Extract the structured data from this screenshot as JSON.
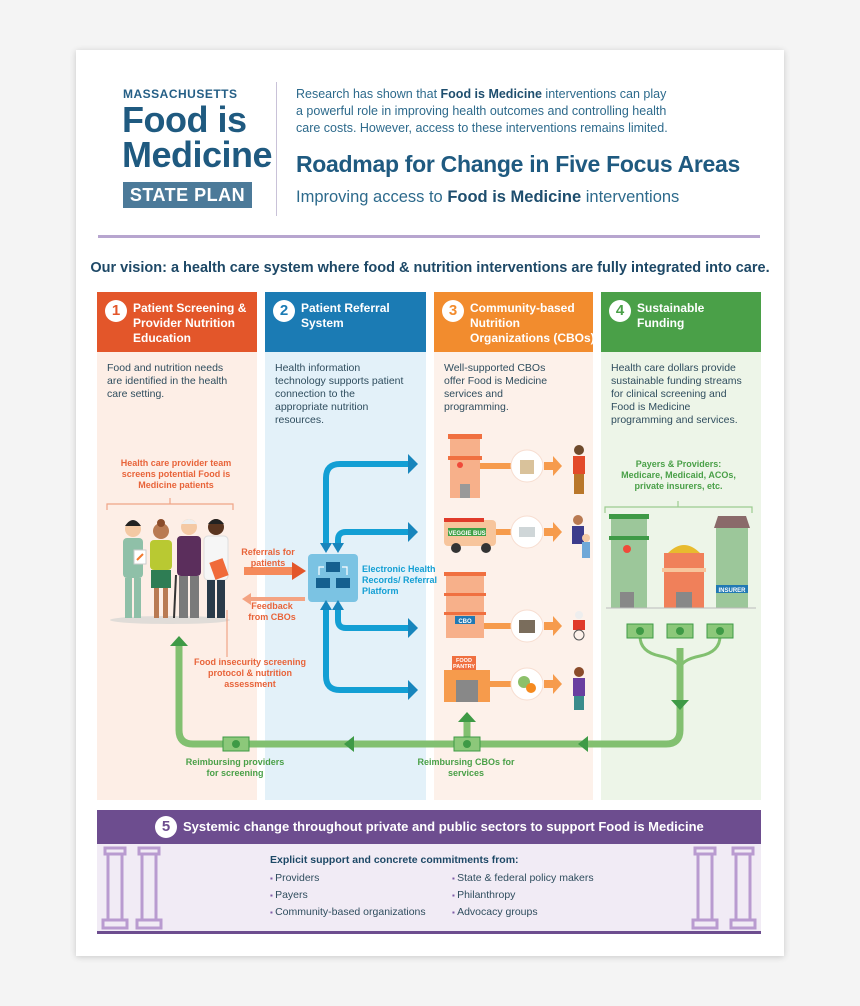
{
  "header": {
    "state": "MASSACHUSETTS",
    "title_line1": "Food is",
    "title_line2": "Medicine",
    "badge": "STATE PLAN",
    "intro_pre": "Research has shown that ",
    "intro_bold": "Food is Medicine",
    "intro_post1": " interventions can play",
    "intro_line2": "a powerful role in improving health outcomes and controlling health",
    "intro_line3": "care costs. However, access to these interventions remains limited.",
    "roadmap_title": "Roadmap for Change in Five Focus Areas",
    "sub_pre": "Improving access to ",
    "sub_bold": "Food is Medicine",
    "sub_post": " interventions"
  },
  "vision": "Our vision: a health care system where food & nutrition interventions are fully integrated into care.",
  "columns": [
    {
      "num": "1",
      "title": "Patient Screening & Provider Nutrition Education",
      "desc": "Food and nutrition needs are identified in the health care setting.",
      "color": "#e3562a",
      "bg": "#fdeee6"
    },
    {
      "num": "2",
      "title": "Patient Referral System",
      "desc": "Health information technology supports patient connection to the appropriate nutrition resources.",
      "color": "#1b7bb4",
      "bg": "#e3f1f9"
    },
    {
      "num": "3",
      "title": "Community-based Nutrition Organizations (CBOs)",
      "desc": "Well-supported CBOs offer Food is Medicine services and programming.",
      "color": "#f28c2e",
      "bg": "#fdf1ea"
    },
    {
      "num": "4",
      "title": "Sustainable Funding",
      "desc": "Health care dollars provide sustainable funding streams for clinical screening and Food is Medicine programming and services.",
      "color": "#4aa048",
      "bg": "#edf5e8"
    }
  ],
  "diagram": {
    "provider_team": "Health care provider team screens potential Food is Medicine patients",
    "referrals": "Referrals for patients",
    "feedback": "Feedback from CBOs",
    "ehr": "Electronic Health Records/ Referral Platform",
    "screening": "Food insecurity screening protocol & nutrition assessment",
    "payers": "Payers & Providers: Medicare, Medicaid, ACOs, private insurers, etc.",
    "veggie_bus": "VEGGIE BUS",
    "cbo_sign": "CBO",
    "pantry_sign": "FOOD PANTRY",
    "insurer_sign": "INSURER",
    "reimb_providers": "Reimbursing providers for screening",
    "reimb_cbos": "Reimbursing CBOs for services"
  },
  "section5": {
    "num": "5",
    "title": "Systemic change throughout private and public sectors to support Food is Medicine",
    "intro": "Explicit support and concrete commitments from:",
    "list_left": [
      "Providers",
      "Payers",
      "Community-based organizations"
    ],
    "list_right": [
      "State & federal policy makers",
      "Philanthropy",
      "Advocacy groups"
    ]
  },
  "colors": {
    "navy": "#1f5a80",
    "purple": "#6d4d8f",
    "orange_text": "#e8643a",
    "blue_arrow": "#139fd4",
    "green_flow": "#7dbb6a"
  }
}
